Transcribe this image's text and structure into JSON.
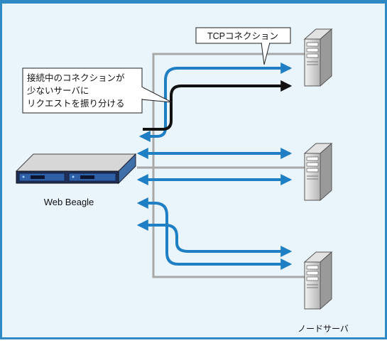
{
  "diagram": {
    "callout_tcp": "TCPコネクション",
    "callout_lb": [
      "接続中のコネクションが",
      "少ないサーバに",
      "リクエストを振り分ける"
    ],
    "device_label": "Web Beagle",
    "servers_label": "ノードサーバ",
    "colors": {
      "frame_border": "#2f89c4",
      "background": "#eaf4fb",
      "gray_line": "#a8a8a8",
      "blue_arrow": "#1f7fc4",
      "black_arrow": "#111111"
    },
    "icons": [
      "load-balancer-appliance-icon",
      "tower-server-icon"
    ]
  }
}
